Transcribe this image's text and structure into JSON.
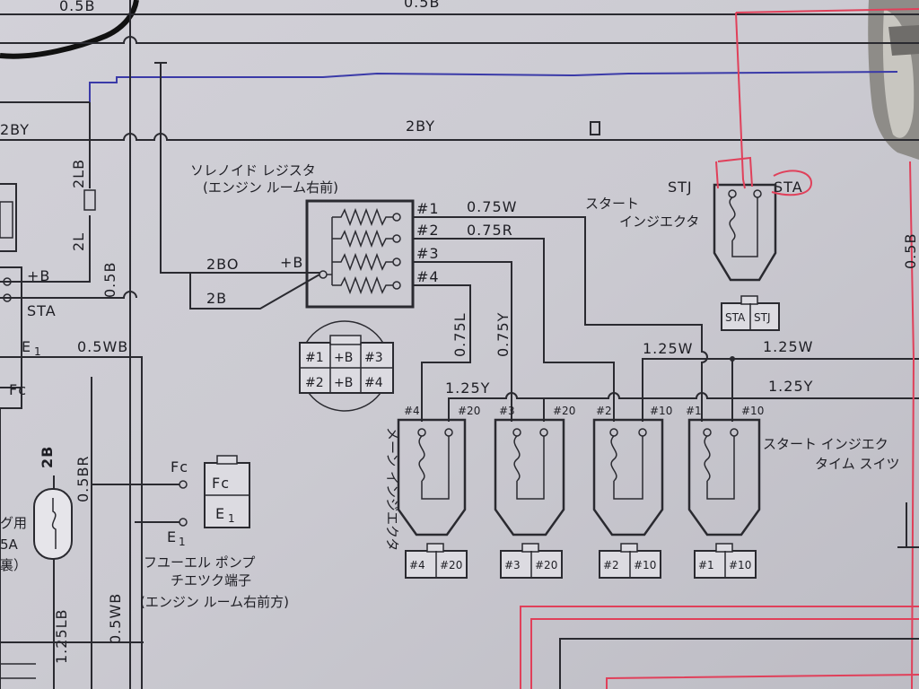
{
  "top": {
    "wire_a": "0.5B",
    "wire_b": "0.5B"
  },
  "left": {
    "wire_2by": "2BY",
    "wire_2lb": "2LB",
    "wire_2l": "2L",
    "wire_05b": "0.5B",
    "pin_b": "+B",
    "pin_sta": "STA",
    "pin_e1": "E",
    "wire_05wb": "0.5WB",
    "pin_fc": "Fc",
    "fuse_2b": "2B",
    "wire_05br": "0.5BR",
    "wire_125lb": "1.25LB",
    "wire_05wb2": "0.5WB",
    "fuse_text_1": "グ用",
    "fuse_text_2": "5A",
    "fuse_text_3": "裏）"
  },
  "main": {
    "wire_2by": "2BY"
  },
  "resistor": {
    "title_1": "ソレノイド レジスタ",
    "title_2": "(エンジン ルーム右前)",
    "pins": [
      "#1",
      "#2",
      "#3",
      "#4"
    ],
    "plus_b": "+B",
    "wire_2bo": "2BO",
    "wire_2b": "2B",
    "conn_cells": [
      "#1",
      "+B",
      "#3",
      "#2",
      "+B",
      "#4"
    ]
  },
  "wires": {
    "w1": "0.75W",
    "w2": "0.75R",
    "w3": "0.75Y",
    "w4": "0.75L",
    "bus_125y_left": "1.25Y",
    "bus_125y_right": "1.25Y",
    "bus_125w_mid": "1.25W",
    "bus_125w_right": "1.25W"
  },
  "start_injector": {
    "label_1": "スタート",
    "label_2": "インジエクタ",
    "stj": "STJ",
    "sta": "STA",
    "conn_sta": "STA",
    "conn_stj": "STJ"
  },
  "main_injector": {
    "label": "メーン インジエクタ"
  },
  "injectors": [
    {
      "pin_a": "#4",
      "pin_b": "#20",
      "conn_a": "#4",
      "conn_b": "#20"
    },
    {
      "pin_a": "#3",
      "pin_b": "#20",
      "conn_a": "#3",
      "conn_b": "#20"
    },
    {
      "pin_a": "#2",
      "pin_b": "#10",
      "conn_a": "#2",
      "conn_b": "#10"
    },
    {
      "pin_a": "#1",
      "pin_b": "#10",
      "conn_a": "#1",
      "conn_b": "#10"
    }
  ],
  "time_switch": {
    "label_1": "スタート インジエク",
    "label_2": "タイム スイツ"
  },
  "fuel_pump": {
    "fc": "Fc",
    "e1": "E",
    "box_fc": "Fc",
    "box_e1": "E",
    "label_1": "フユーエル ポンプ",
    "label_2": "チエツク端子",
    "label_3": "(エンジン ルーム右前方)"
  },
  "right": {
    "wire_05b": "0.5B"
  }
}
